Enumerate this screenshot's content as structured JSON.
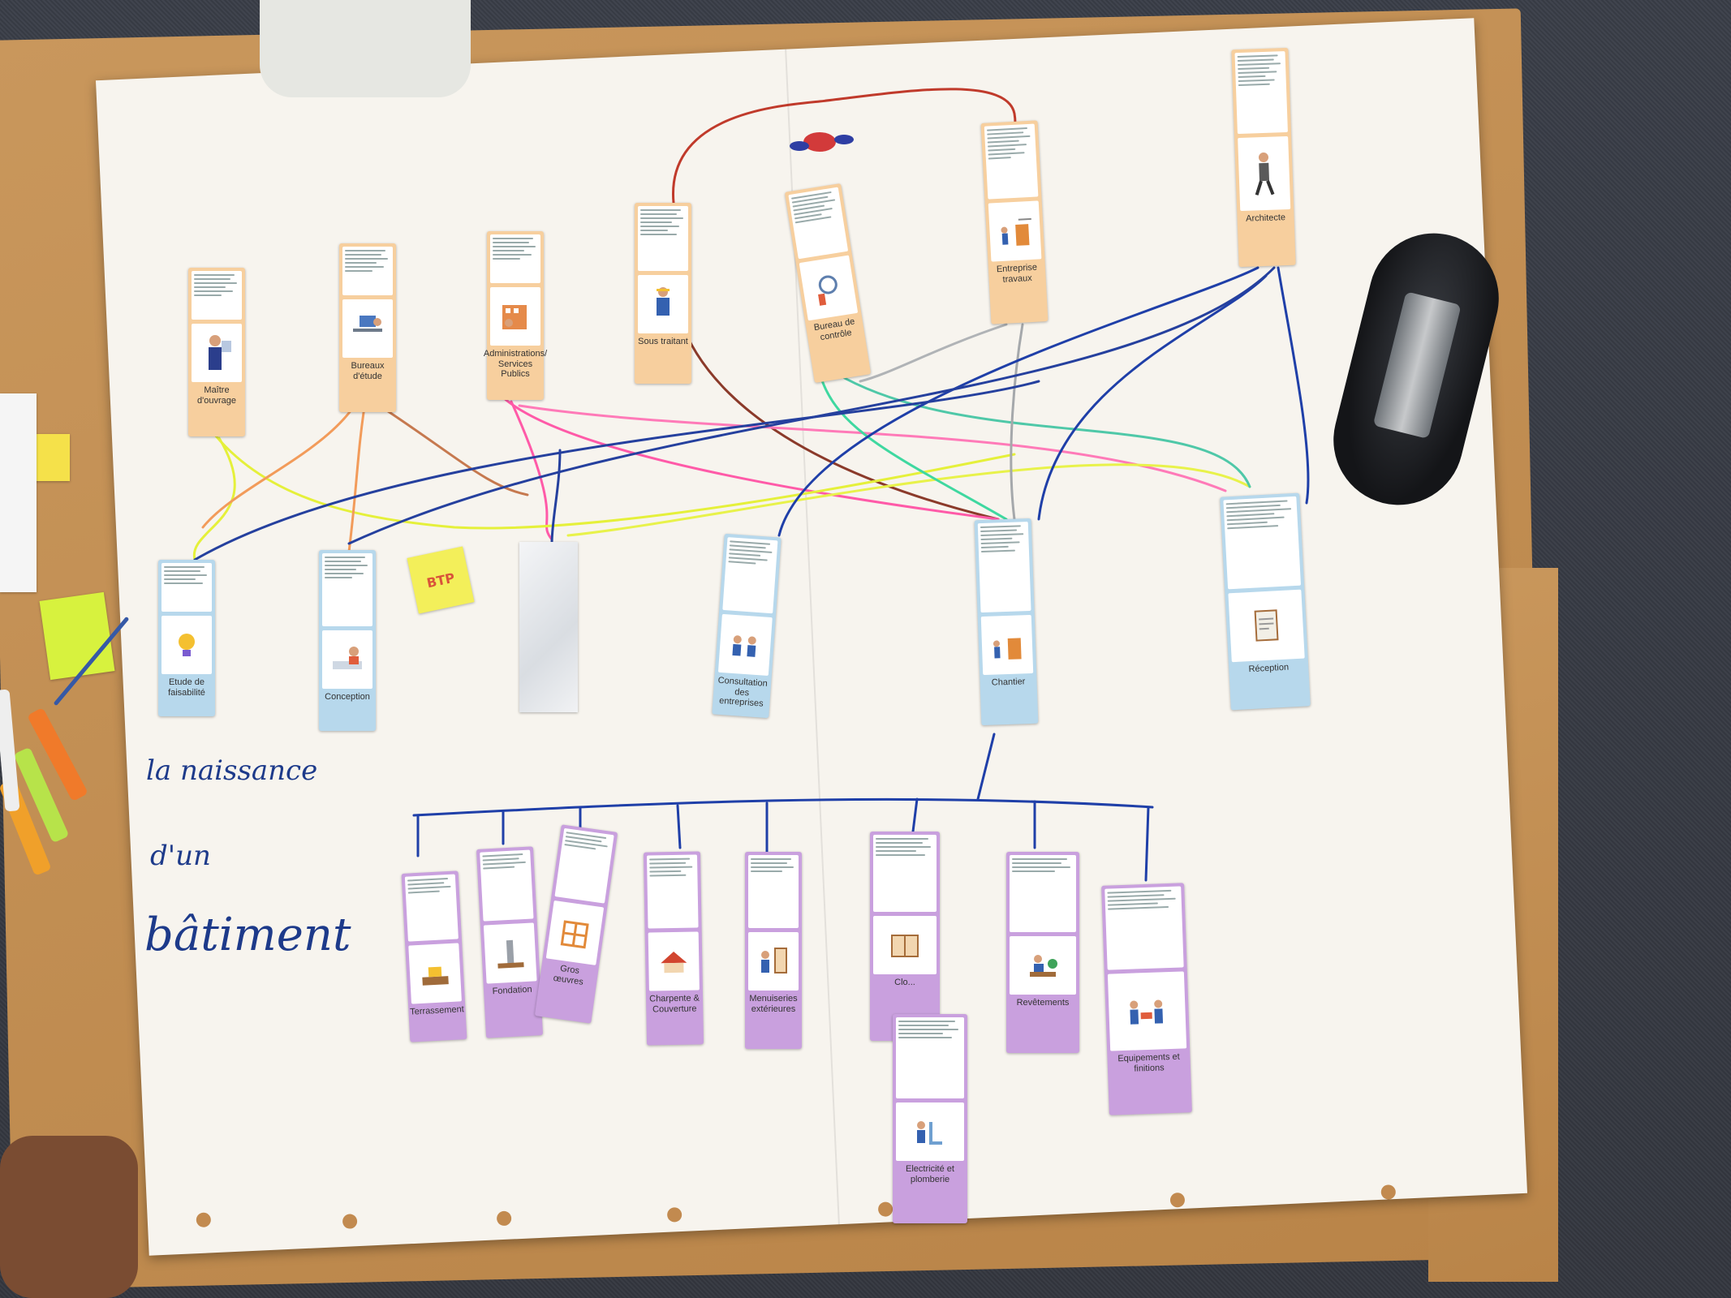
{
  "poster": {
    "title_lines": [
      "la naissance",
      "d'un",
      "bâtiment"
    ],
    "sticky_note": "BTP"
  },
  "actors": [
    {
      "label": "Maître d'ouvrage"
    },
    {
      "label": "Bureaux d'étude"
    },
    {
      "label": "Administrations/ Services Publics"
    },
    {
      "label": "Sous traitant"
    },
    {
      "label": "Bureau de contrôle"
    },
    {
      "label": "Entreprise travaux"
    },
    {
      "label": "Architecte"
    }
  ],
  "phases": [
    {
      "label": "Etude de faisabilité"
    },
    {
      "label": "Conception"
    },
    {
      "label": ""
    },
    {
      "label": "Consultation des entreprises"
    },
    {
      "label": "Chantier"
    },
    {
      "label": "Réception"
    }
  ],
  "trades": [
    {
      "label": "Terrassement"
    },
    {
      "label": "Fondation"
    },
    {
      "label": "Gros œuvres"
    },
    {
      "label": "Charpente & Couverture"
    },
    {
      "label": "Menuiseries extérieures"
    },
    {
      "label": "Clo..."
    },
    {
      "label": "Revêtements"
    },
    {
      "label": "Equipements et finitions"
    },
    {
      "label": "Electricité et plomberie"
    }
  ],
  "colors": {
    "actor_card": "#f7cf9e",
    "phase_card": "#b7d8ec",
    "trade_card": "#c9a0de",
    "ink": "#1d3a8a"
  }
}
